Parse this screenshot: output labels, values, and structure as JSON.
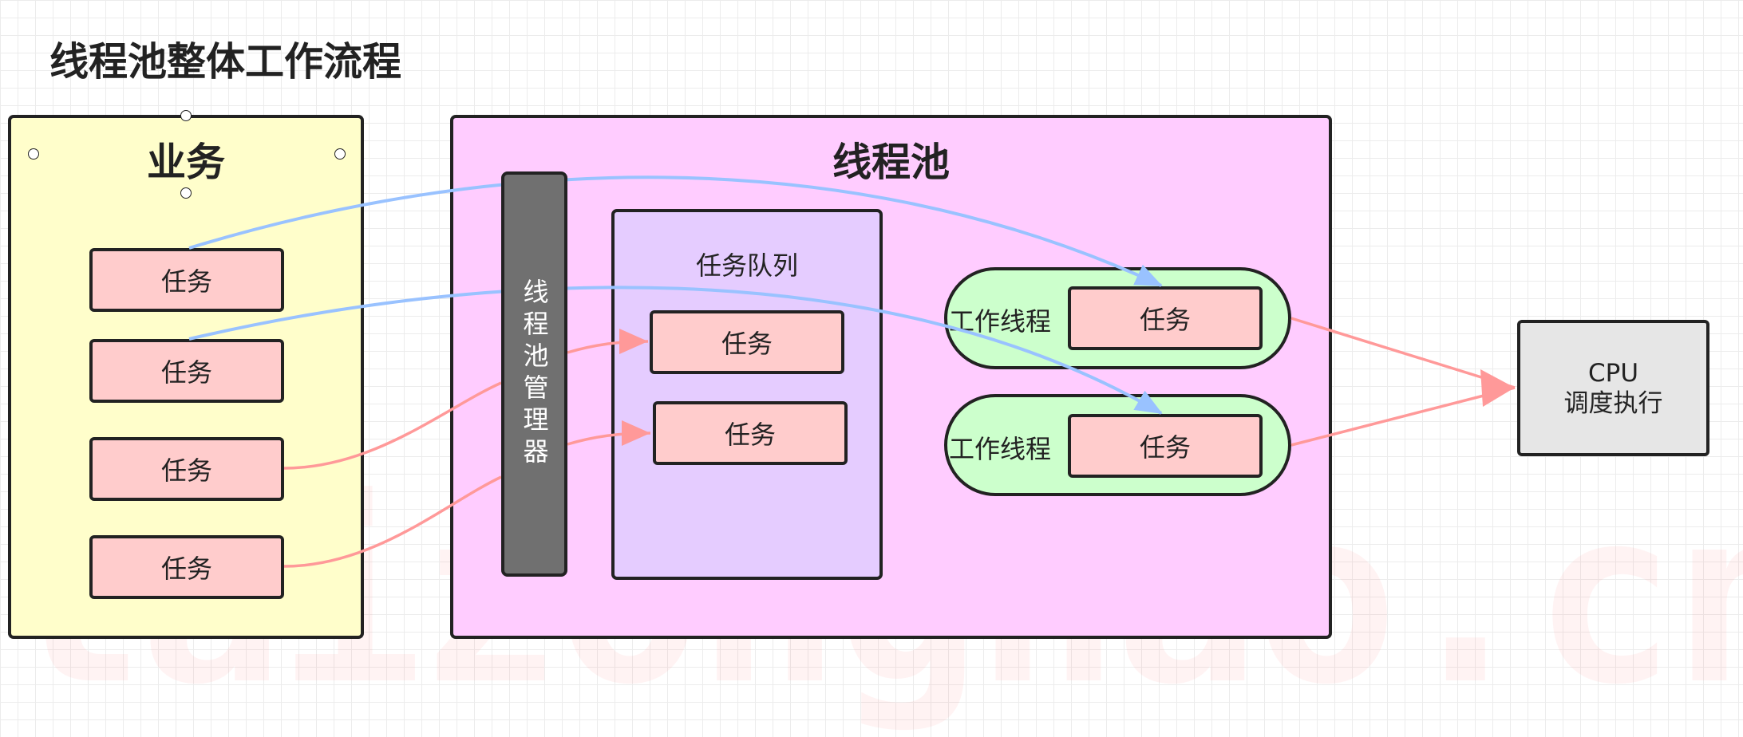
{
  "title": "线程池整体工作流程",
  "business": {
    "label": "业务",
    "tasks": [
      "任务",
      "任务",
      "任务",
      "任务"
    ]
  },
  "pool": {
    "label": "线程池",
    "manager": "线程池管理器",
    "queue": {
      "label": "任务队列",
      "tasks": [
        "任务",
        "任务"
      ]
    },
    "workers": [
      {
        "label": "工作线程",
        "task": "任务"
      },
      {
        "label": "工作线程",
        "task": "任务"
      }
    ]
  },
  "cpu": {
    "line1": "CPU",
    "line2": "调度执行"
  },
  "watermark": "laizonghao.cn",
  "colors": {
    "business_bg": "#fffecb",
    "pool_bg": "#ffccff",
    "queue_bg": "#e5ccff",
    "worker_bg": "#ccffcc",
    "task_bg": "#ffcccc",
    "manager_bg": "#707070",
    "cpu_bg": "#e6e6e6",
    "arrow_blue": "#99c2ff",
    "arrow_red": "#ff9999"
  }
}
